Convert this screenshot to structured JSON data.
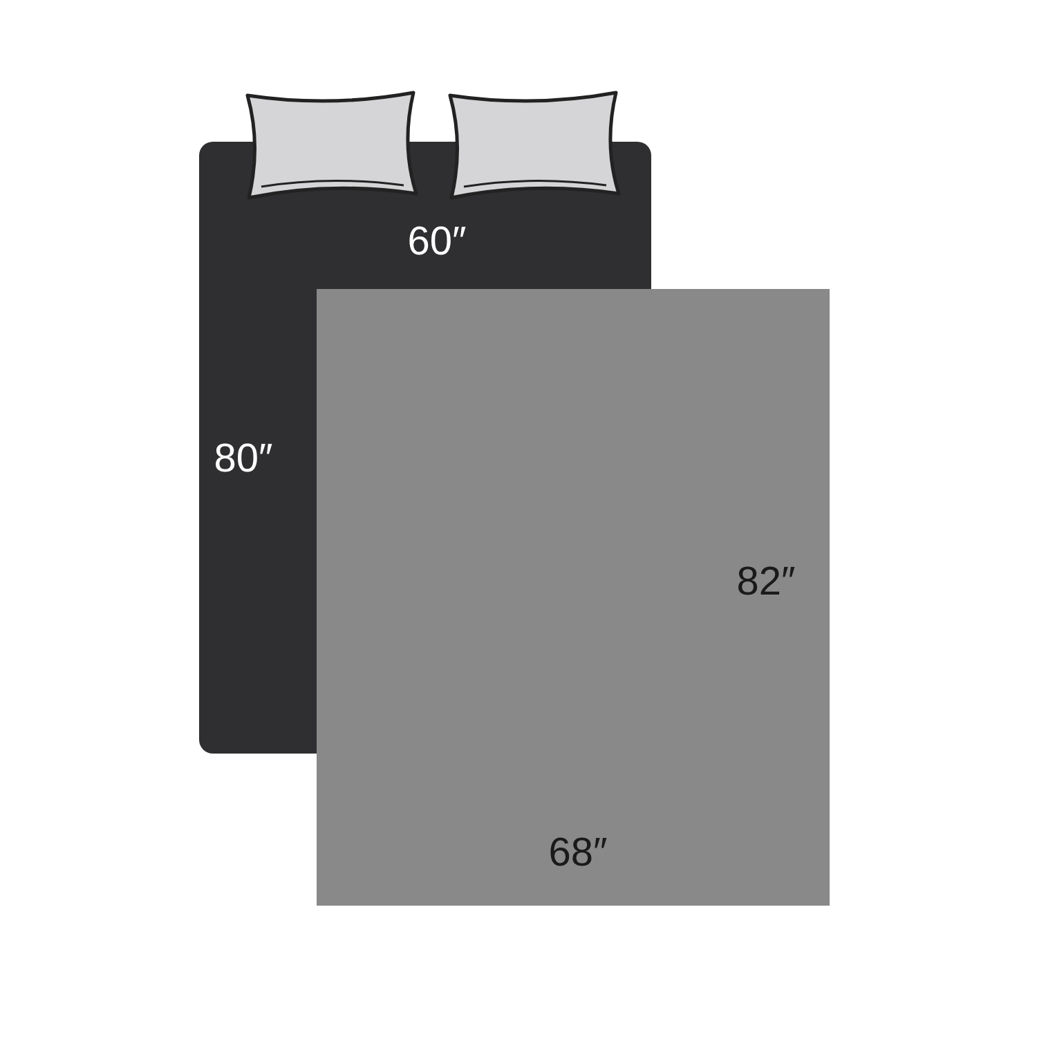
{
  "diagram": {
    "labels": [
      "60″",
      "80″",
      "82″",
      "68″"
    ]
  }
}
